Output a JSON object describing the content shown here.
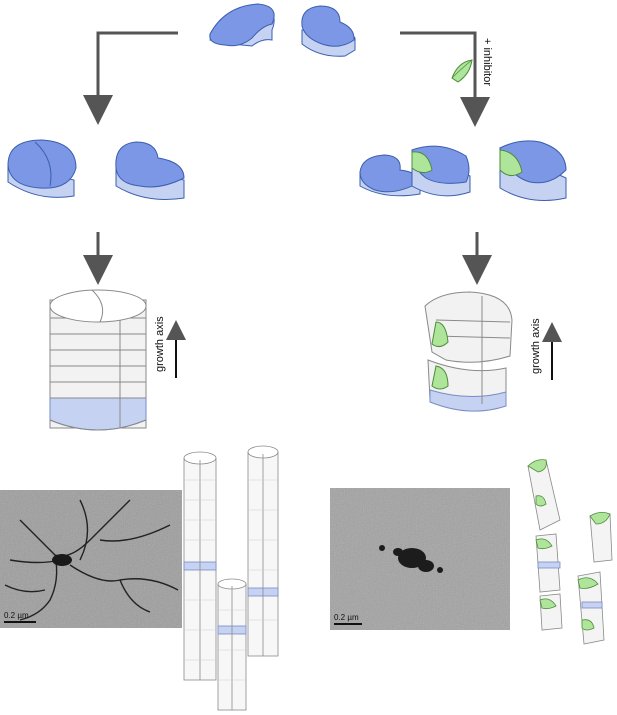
{
  "labels": {
    "inhibitor": "+ inhibitor",
    "growth_axis_left": "growth axis",
    "growth_axis_right": "growth axis",
    "scale_left": "0.2 µm",
    "scale_right": "0.2 µm"
  },
  "colors": {
    "monomer_top": "#7b97e6",
    "monomer_side": "#c5d2f2",
    "monomer_edge": "#3c5fae",
    "inhibitor_fill": "#aee59b",
    "inhibitor_edge": "#4d8c3a",
    "arrow": "#555555",
    "stack_layer": "#f2f2f2",
    "stack_edge": "#8a8a8a",
    "micrograph_bg": "#9d9d9d"
  }
}
